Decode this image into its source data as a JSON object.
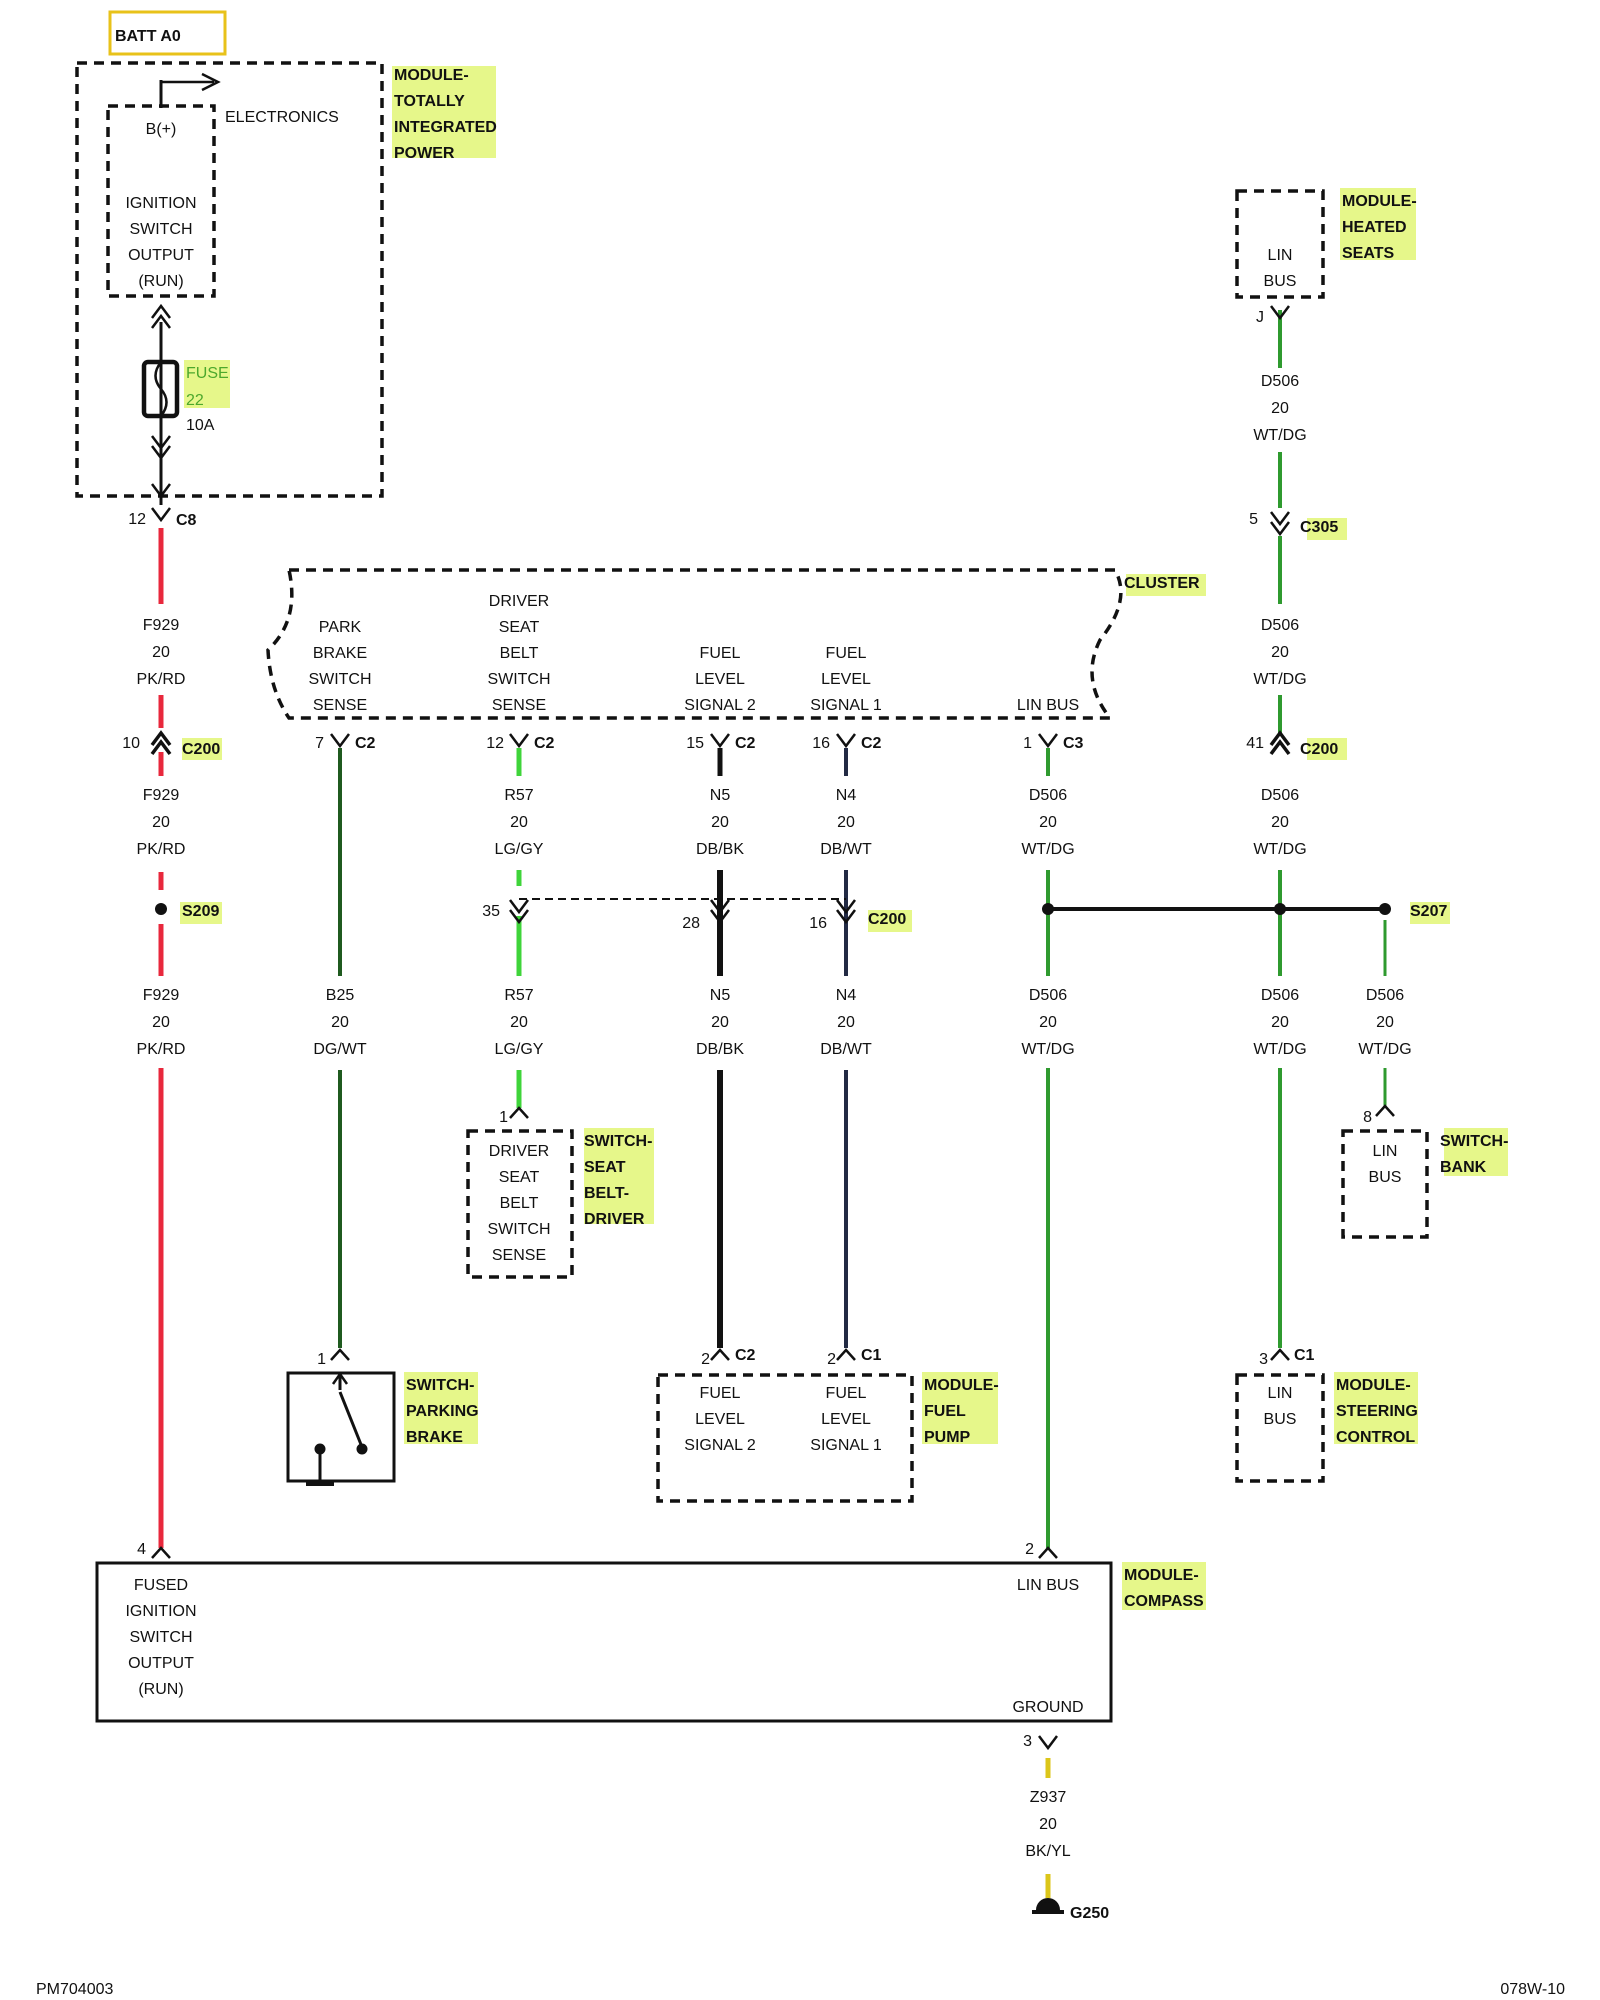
{
  "battery": {
    "label": "BATT A0",
    "border_color": "#e8c21a"
  },
  "modules": {
    "tipm": {
      "name": "MODULE-\nTOTALLY\nINTEGRATED\nPOWER",
      "electronics": "ELECTRONICS",
      "bplus": "B(+)",
      "ign_output": "IGNITION\nSWITCH\nOUTPUT\n(RUN)",
      "fuse_name": "FUSE\n22",
      "fuse_rating": "10A"
    },
    "heated_seats": {
      "name": "MODULE-\nHEATED\nSEATS",
      "pin_label": "LIN\nBUS"
    },
    "cluster": {
      "name": "CLUSTER",
      "pins": [
        "PARK\nBRAKE\nSWITCH\nSENSE",
        "DRIVER\nSEAT\nBELT\nSWITCH\nSENSE",
        "FUEL\nLEVEL\nSIGNAL 2",
        "FUEL\nLEVEL\nSIGNAL 1",
        "LIN BUS"
      ]
    },
    "seat_belt_switch": {
      "name": "SWITCH-\nSEAT\nBELT-\nDRIVER",
      "pin_label": "DRIVER\nSEAT\nBELT\nSWITCH\nSENSE"
    },
    "switch_bank": {
      "name": "SWITCH-\nBANK",
      "pin_label": "LIN\nBUS"
    },
    "parking_brake": {
      "name": "SWITCH-\nPARKING\nBRAKE"
    },
    "fuel_pump": {
      "name": "MODULE-\nFUEL\nPUMP",
      "pins": [
        "FUEL\nLEVEL\nSIGNAL 2",
        "FUEL\nLEVEL\nSIGNAL 1"
      ]
    },
    "steering": {
      "name": "MODULE-\nSTEERING\nCONTROL",
      "pin_label": "LIN\nBUS"
    },
    "compass": {
      "name": "MODULE-\nCOMPASS",
      "pin_left": "FUSED\nIGNITION\nSWITCH\nOUTPUT\n(RUN)",
      "pin_right": "LIN BUS",
      "pin_ground": "GROUND"
    }
  },
  "wire_colors": {
    "PK/RD": "#e8283c",
    "DG/WT": "#1f5a1f",
    "LG/GY": "#3fd43a",
    "DB/BK": "#111111",
    "DB/WT": "#222a44",
    "WT/DG": "#2f9a2f",
    "BK/YL": "#dcc61a"
  },
  "wires": [
    {
      "id": "F929-a",
      "circuit": "F929\n20\nPK/RD"
    },
    {
      "id": "F929-b",
      "circuit": "F929\n20\nPK/RD"
    },
    {
      "id": "F929-c",
      "circuit": "F929\n20\nPK/RD"
    },
    {
      "id": "B25",
      "circuit": "B25\n20\nDG/WT"
    },
    {
      "id": "R57-a",
      "circuit": "R57\n20\nLG/GY"
    },
    {
      "id": "R57-b",
      "circuit": "R57\n20\nLG/GY"
    },
    {
      "id": "N5-a",
      "circuit": "N5\n20\nDB/BK"
    },
    {
      "id": "N5-b",
      "circuit": "N5\n20\nDB/BK"
    },
    {
      "id": "N4-a",
      "circuit": "N4\n20\nDB/WT"
    },
    {
      "id": "N4-b",
      "circuit": "N4\n20\nDB/WT"
    },
    {
      "id": "D506-cl-a",
      "circuit": "D506\n20\nWT/DG"
    },
    {
      "id": "D506-cl-b",
      "circuit": "D506\n20\nWT/DG"
    },
    {
      "id": "D506-hs-a",
      "circuit": "D506\n20\nWT/DG"
    },
    {
      "id": "D506-hs-b",
      "circuit": "D506\n20\nWT/DG"
    },
    {
      "id": "D506-hs-c",
      "circuit": "D506\n20\nWT/DG"
    },
    {
      "id": "D506-hs-d",
      "circuit": "D506\n20\nWT/DG"
    },
    {
      "id": "D506-sb",
      "circuit": "D506\n20\nWT/DG"
    },
    {
      "id": "Z937",
      "circuit": "Z937\n20\nBK/YL"
    }
  ],
  "connectors": [
    {
      "pin": "12",
      "name": "C8"
    },
    {
      "pin": "10",
      "name": "C200"
    },
    {
      "pin": "",
      "name": "S209"
    },
    {
      "pin": "J",
      "name": ""
    },
    {
      "pin": "5",
      "name": "C305"
    },
    {
      "pin": "7",
      "name": "C2"
    },
    {
      "pin": "12",
      "name": "C2"
    },
    {
      "pin": "15",
      "name": "C2"
    },
    {
      "pin": "16",
      "name": "C2"
    },
    {
      "pin": "1",
      "name": "C3"
    },
    {
      "pin": "41",
      "name": "C200"
    },
    {
      "pin": "35",
      "name": ""
    },
    {
      "pin": "28",
      "name": ""
    },
    {
      "pin": "16",
      "name": "C200"
    },
    {
      "pin": "",
      "name": "S207"
    },
    {
      "pin": "1",
      "name": ""
    },
    {
      "pin": "8",
      "name": ""
    },
    {
      "pin": "1",
      "name": ""
    },
    {
      "pin": "2",
      "name": "C2"
    },
    {
      "pin": "2",
      "name": "C1"
    },
    {
      "pin": "3",
      "name": "C1"
    },
    {
      "pin": "4",
      "name": ""
    },
    {
      "pin": "2",
      "name": ""
    },
    {
      "pin": "3",
      "name": ""
    }
  ],
  "ground": {
    "name": "G250"
  },
  "footer": {
    "left": "PM704003",
    "right": "078W-10"
  }
}
